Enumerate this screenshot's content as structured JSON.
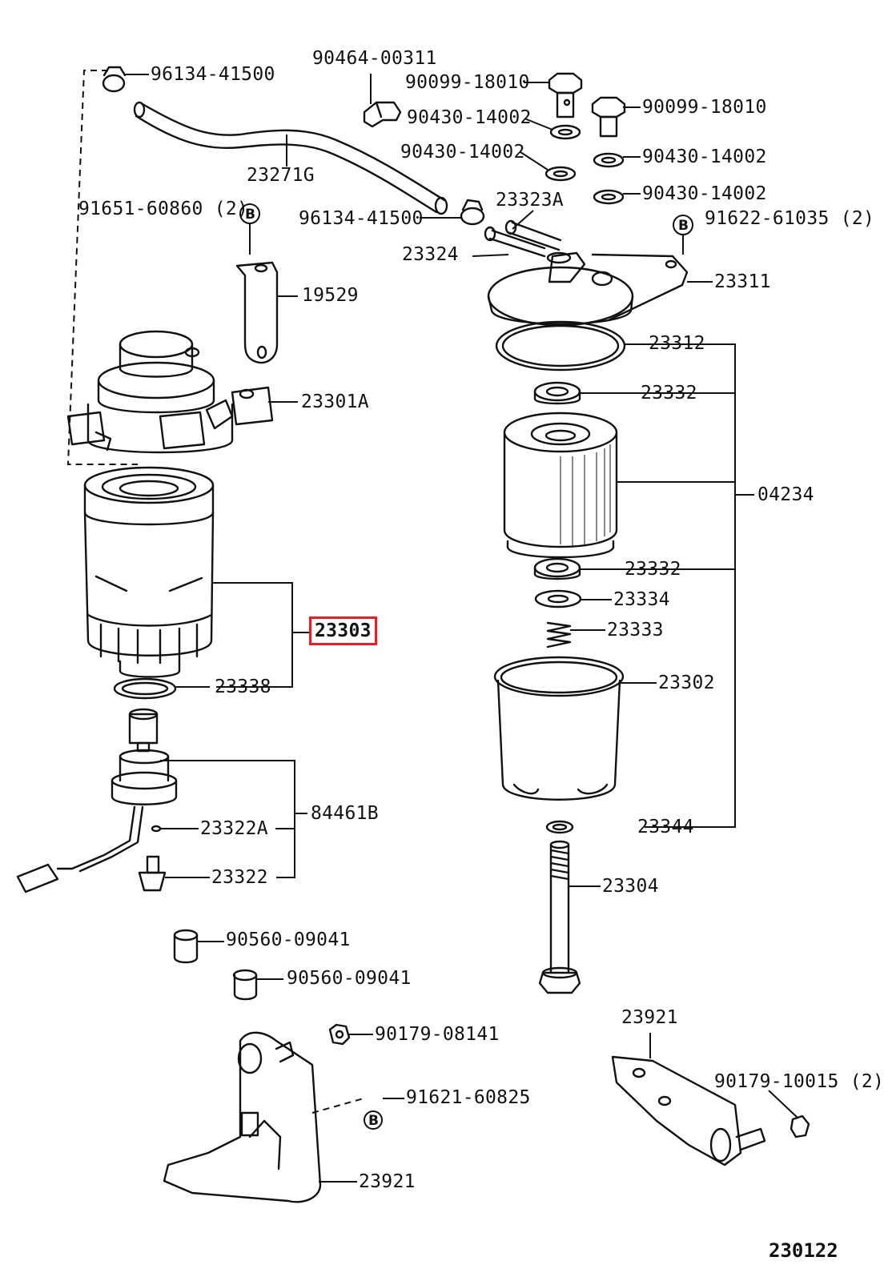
{
  "highlight_color": "#e0202a",
  "labels": {
    "l_96134_41500_top": "96134-41500",
    "l_90464_00311": "90464-00311",
    "l_90099_18010_a": "90099-18010",
    "l_90099_18010_b": "90099-18010",
    "l_90430_14002_a": "90430-14002",
    "l_90430_14002_b": "90430-14002",
    "l_90430_14002_c": "90430-14002",
    "l_90430_14002_d": "90430-14002",
    "l_23271g": "23271G",
    "l_91651_60860": "91651-60860 (2)",
    "l_96134_41500_mid": "96134-41500",
    "l_23323a": "23323A",
    "l_91622_61035": "91622-61035 (2)",
    "l_23324": "23324",
    "l_19529": "19529",
    "l_23311": "23311",
    "l_23312": "23312",
    "l_23301a": "23301A",
    "l_23332_a": "23332",
    "l_04234": "04234",
    "l_23332_b": "23332",
    "l_23334": "23334",
    "l_23303": "23303",
    "l_23333": "23333",
    "l_23338": "23338",
    "l_23302": "23302",
    "l_84461b": "84461B",
    "l_23322a": "23322A",
    "l_23344": "23344",
    "l_23322": "23322",
    "l_23304": "23304",
    "l_90560_09041_a": "90560-09041",
    "l_90560_09041_b": "90560-09041",
    "l_90179_08141": "90179-08141",
    "l_23921_a": "23921",
    "l_90179_10015": "90179-10015 (2)",
    "l_91621_60825": "91621-60825",
    "l_23921_b": "23921"
  },
  "badge_letter": "B",
  "diagram_code": "230122"
}
